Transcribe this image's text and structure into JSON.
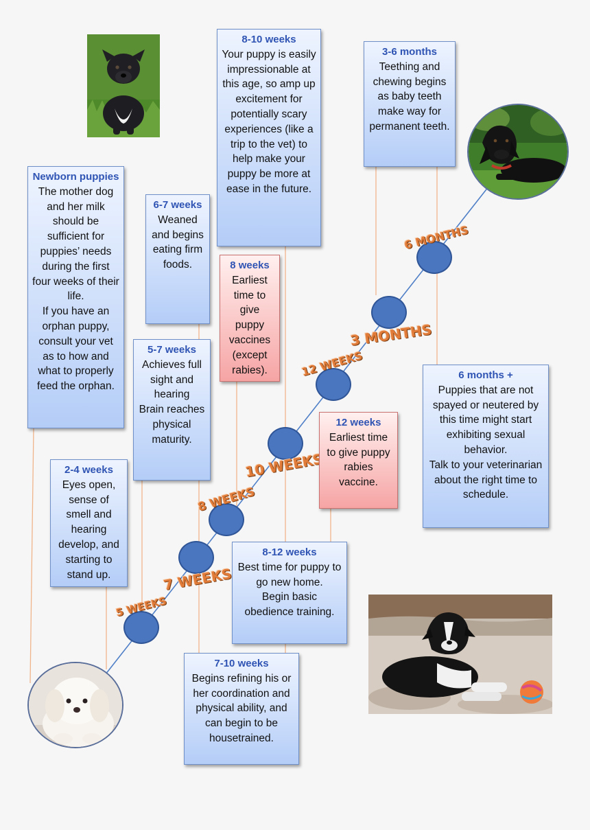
{
  "stages": [
    {
      "id": "newborn",
      "head": "Newborn puppies",
      "body": "The mother dog and her milk should be sufficient for puppies’ needs during the first four weeks of their life.\nIf you have an orphan puppy, consult your vet as to how and what to properly feed the orphan.",
      "style": "blue"
    },
    {
      "id": "w2_4",
      "head": "2-4 weeks",
      "body": "Eyes open, sense of smell and hearing develop, and starting to stand up.",
      "style": "blue"
    },
    {
      "id": "w6_7",
      "head": "6-7 weeks",
      "body": "Weaned and begins eating firm foods.",
      "style": "blue"
    },
    {
      "id": "w5_7",
      "head": "5-7 weeks",
      "body": "Achieves full sight and hearing\nBrain reaches physical maturity.",
      "style": "blue"
    },
    {
      "id": "w8_10",
      "head": "8-10 weeks",
      "body": "Your puppy is easily impressionable at this age, so amp up excitement for potentially scary experiences (like a trip to the vet) to help make your puppy be more at ease in the future.",
      "style": "blue"
    },
    {
      "id": "w8",
      "head": "8 weeks",
      "body": "Earliest time to give puppy vaccines (except rabies).",
      "style": "pink"
    },
    {
      "id": "m3_6",
      "head": "3-6 months",
      "body": "Teething and chewing begins as baby teeth make way for permanent teeth.",
      "style": "blue"
    },
    {
      "id": "w12",
      "head": "12 weeks",
      "body": "Earliest time to give puppy rabies vaccine.",
      "style": "pink"
    },
    {
      "id": "m6plus",
      "head": "6 months +",
      "body": "Puppies that are not spayed or neutered by this time might start exhibiting sexual behavior.\nTalk to your veterinarian about the right time to schedule.",
      "style": "blue"
    },
    {
      "id": "w8_12",
      "head": "8-12 weeks",
      "body": "Best time for puppy to go new home.\nBegin basic obedience training.",
      "style": "blue"
    },
    {
      "id": "w7_10",
      "head": "7-10 weeks",
      "body": "Begins refining his or her coordination and physical ability, and can begin to be housetrained.",
      "style": "blue"
    }
  ],
  "milestones": [
    {
      "label": "5 WEEKS"
    },
    {
      "label": "7 WEEKS"
    },
    {
      "label": "8 WEEKS"
    },
    {
      "label": "10 WEEKS"
    },
    {
      "label": "12 WEEKS"
    },
    {
      "label": "3 MONTHS"
    },
    {
      "label": "6 MONTHS"
    }
  ],
  "photos": [
    {
      "id": "puppy-sitting-grass",
      "subject": "black puppy sitting in grass"
    },
    {
      "id": "dog-lying-grass",
      "subject": "black dog lying in grass"
    },
    {
      "id": "white-puppy",
      "subject": "white fluffy puppy"
    },
    {
      "id": "puppy-on-sand",
      "subject": "puppy lying on sand with ball"
    }
  ],
  "colors": {
    "box_blue_top": "#eef4ff",
    "box_blue_bottom": "#b4cdf7",
    "box_pink_bottom": "#f6a4a4",
    "header_text": "#2f54b3",
    "dot": "#4a76c0",
    "timeline": "#4f7fc7",
    "connector": "#f0b48a",
    "milestone_text": "#e07b39"
  }
}
